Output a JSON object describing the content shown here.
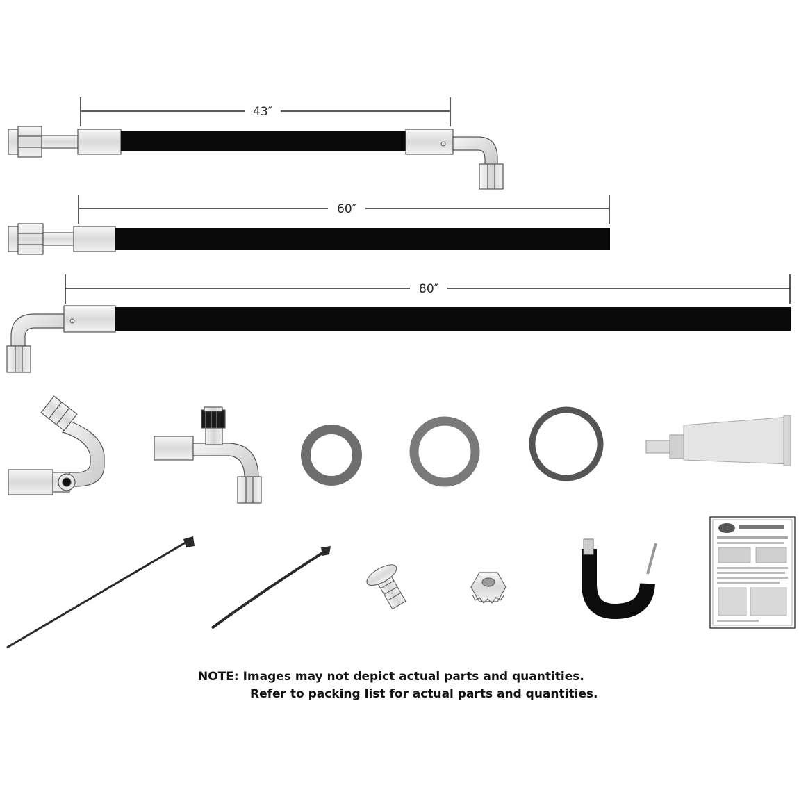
{
  "hoses": [
    {
      "length_label": "43″"
    },
    {
      "length_label": "60″"
    },
    {
      "length_label": "80″"
    }
  ],
  "note": {
    "line1": "NOTE: Images may not depict actual parts and quantities.",
    "line2": "Refer to packing list for actual parts and quantities."
  },
  "colors": {
    "hose": "#0a0a0a",
    "metal": "#e8e8e8",
    "outline": "#555555",
    "oring": "#6e6e6e"
  }
}
